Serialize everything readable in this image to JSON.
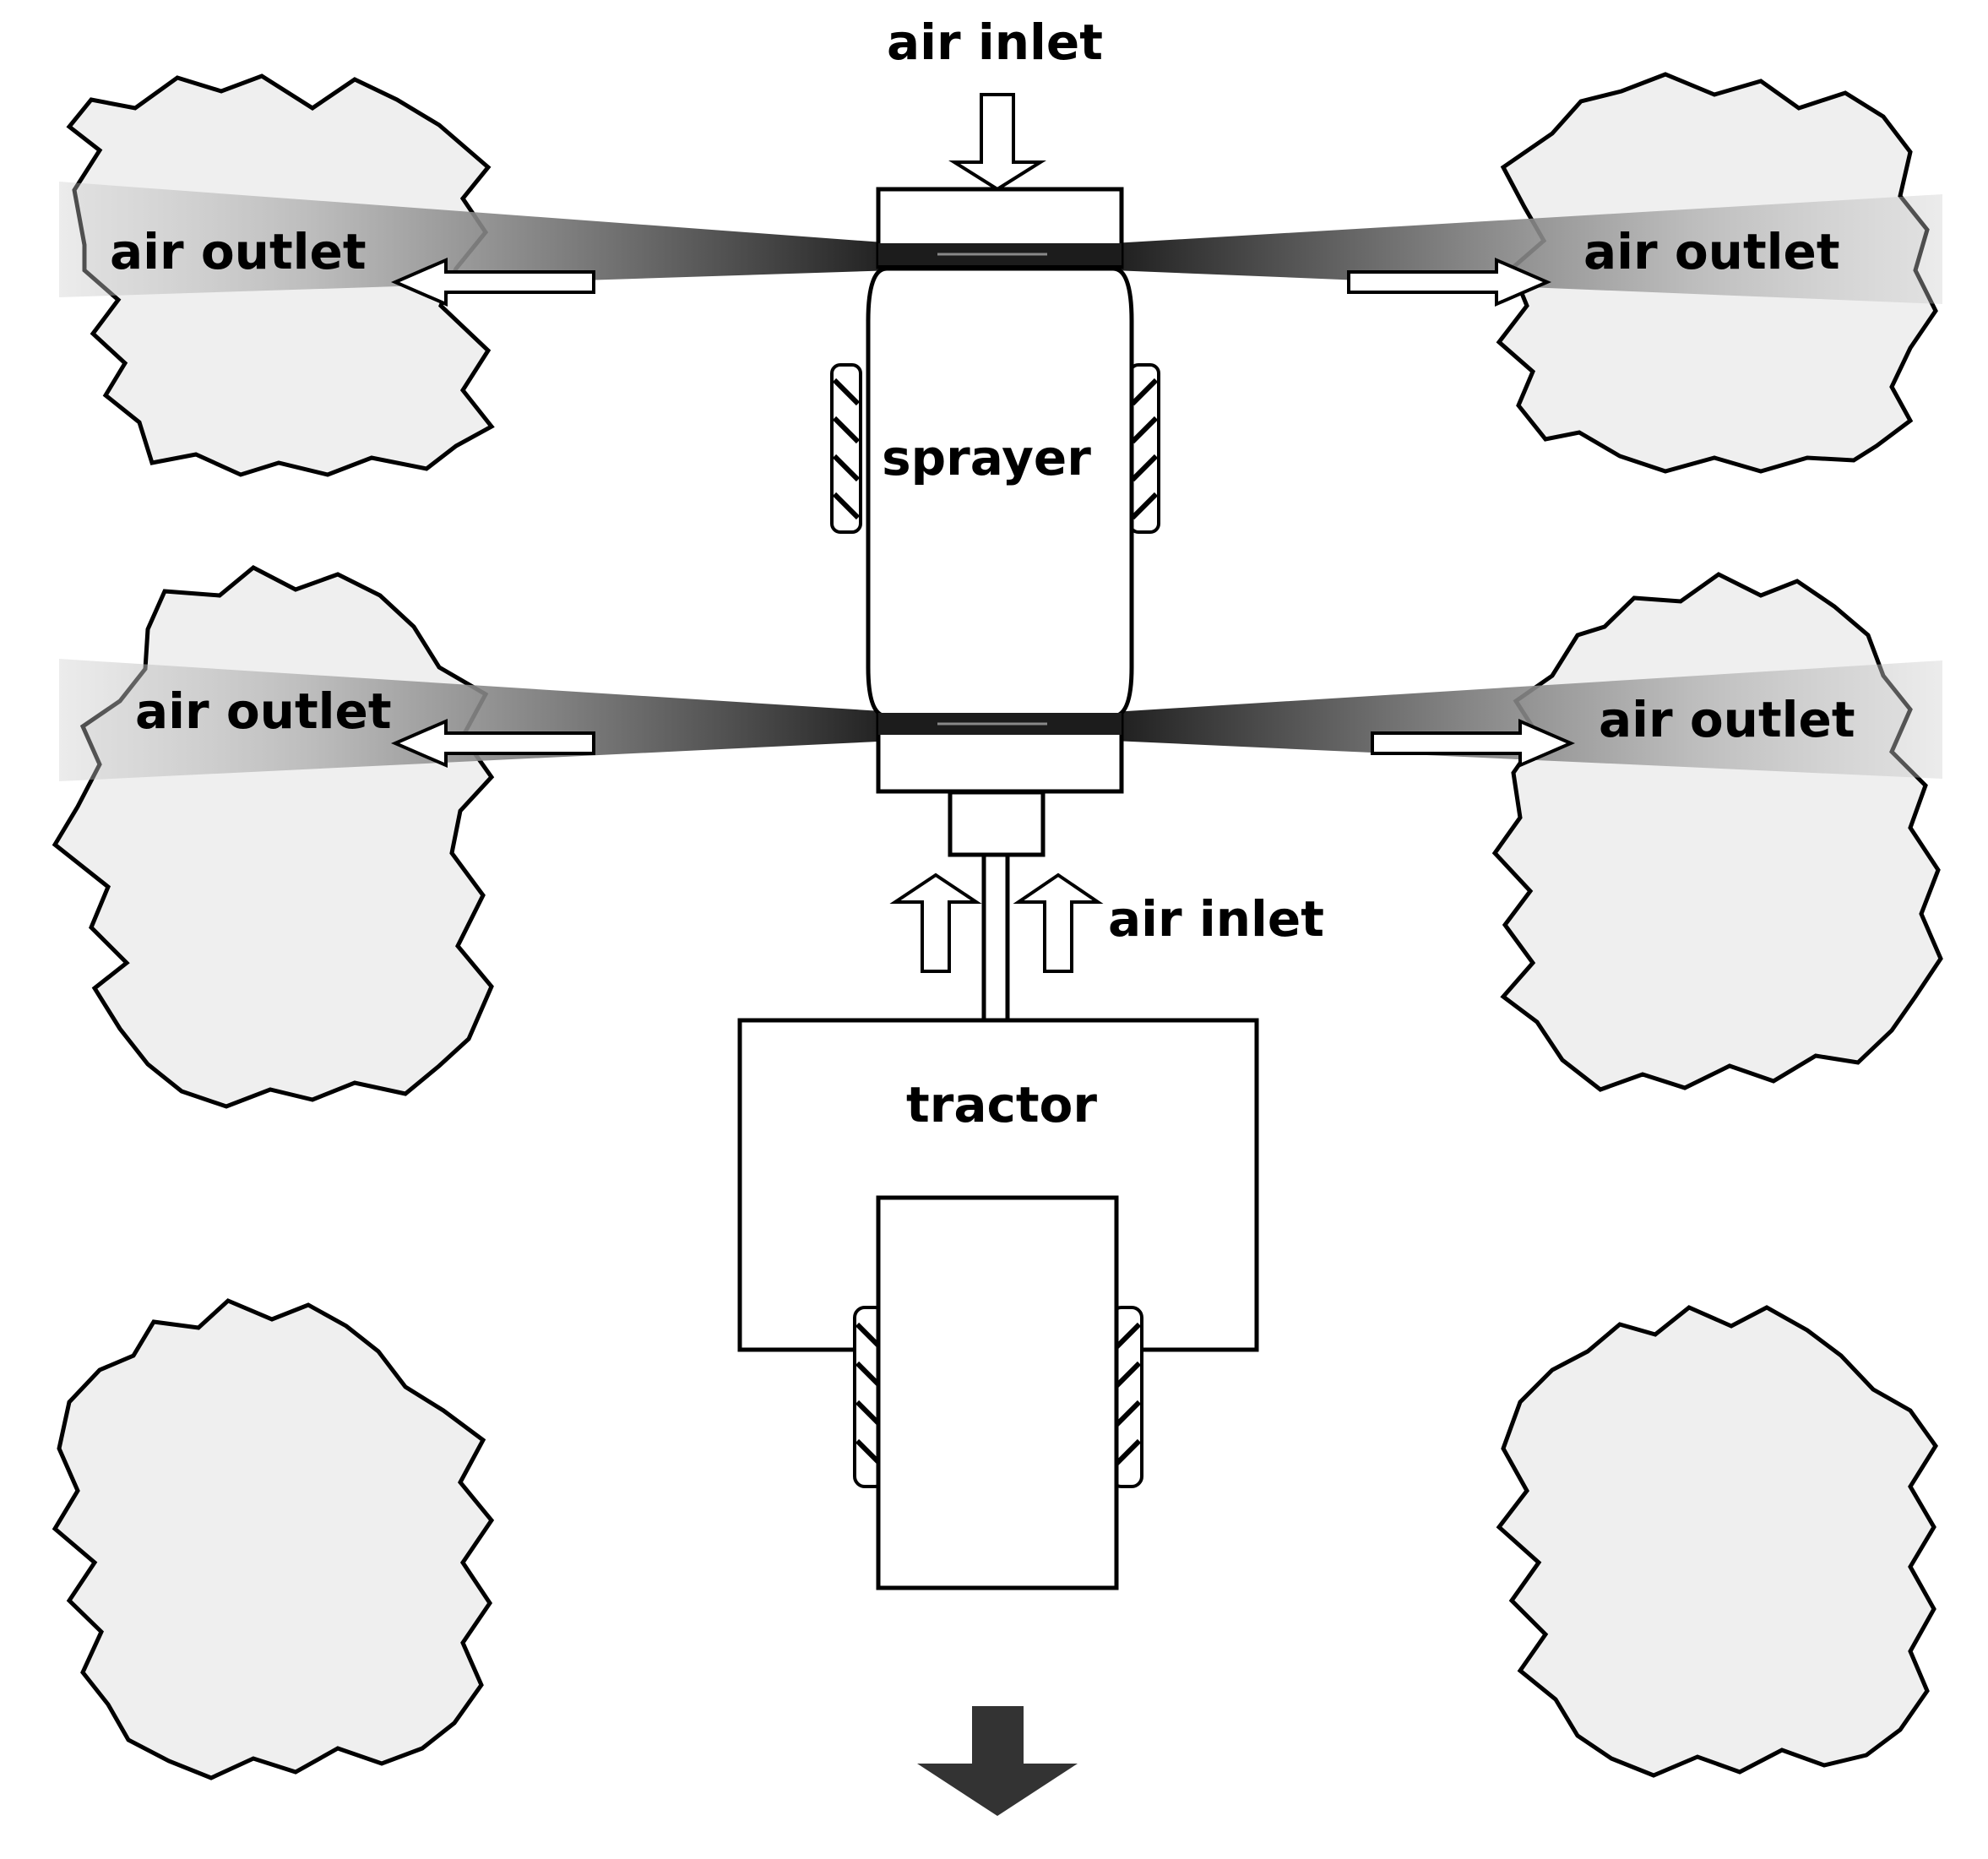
{
  "labels": {
    "air_inlet_top": "air inlet",
    "air_inlet_bottom": "air inlet",
    "air_outlet_top_left": "air outlet",
    "air_outlet_top_right": "air outlet",
    "air_outlet_bottom_left": "air outlet",
    "air_outlet_bottom_right": "air outlet",
    "sprayer": "sprayer",
    "tractor": "tractor"
  },
  "colors": {
    "tree_fill": "#efefef",
    "air_jet": "#3a3a3a",
    "travel_arrow": "#333333"
  },
  "icons": {
    "travel_direction": "down-arrow-icon"
  }
}
